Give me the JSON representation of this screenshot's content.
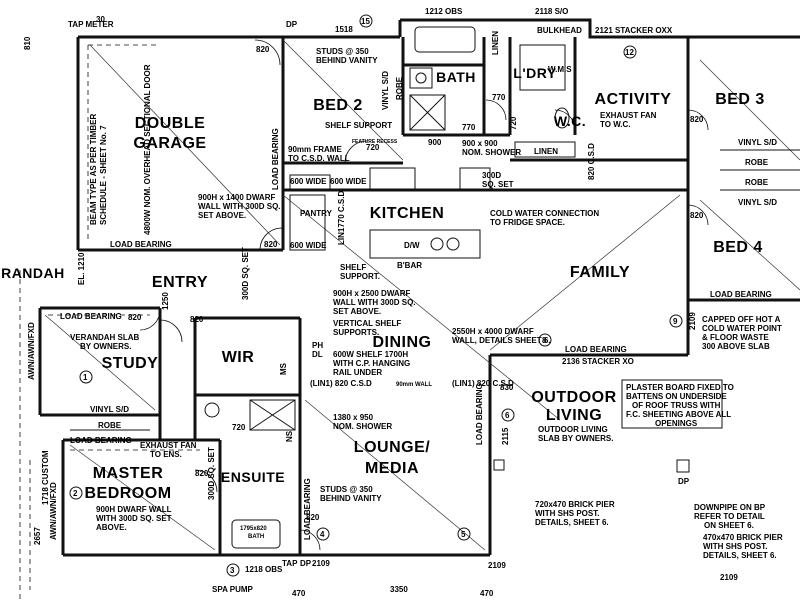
{
  "rooms": {
    "double_garage_1": "DOUBLE",
    "double_garage_2": "GARAGE",
    "bed2": "BED 2",
    "bath": "BATH",
    "ldry": "L'DRY",
    "activity": "ACTIVITY",
    "bed3": "BED 3",
    "wc": "W.C.",
    "kitchen": "KITCHEN",
    "pantry": "PANTRY",
    "bed4": "BED 4",
    "family": "FAMILY",
    "verandah": "ERANDAH",
    "entry": "ENTRY",
    "study": "STUDY",
    "wir": "WIR",
    "dining": "DINING",
    "outdoor_living_1": "OUTDOOR",
    "outdoor_living_2": "LIVING",
    "lounge_1": "LOUNGE/",
    "lounge_2": "MEDIA",
    "master_1": "MASTER",
    "master_2": "BEDROOM",
    "ensuite": "ENSUITE"
  },
  "notes": {
    "tap_meter": "TAP METER",
    "dp_top": "DP",
    "beam_type_1": "BEAM TYPE AS PER TIMBER",
    "beam_type_2": "SCHEDULE - SHEET No. 7",
    "sectional_door": "4800W NOM. OVERHEAD SECTIONAL DOOR",
    "studs_350_1": "STUDS @ 350",
    "studs_350_2": "BEHIND VANITY",
    "shelf_support": "SHELF SUPPORT",
    "frame_90_1": "90mm FRAME",
    "frame_90_2": "TO C.S.D. WALL",
    "feature_recess": "FEATURE RECESS",
    "shower_900_1": "900 x 900",
    "shower_900_2": "NOM. SHOWER",
    "bulkhead": "BULKHEAD",
    "stacker_2121": "2121 STACKER OXX",
    "exhaust_wc_1": "EXHAUST FAN",
    "exhaust_wc_2": "TO W.C.",
    "linen": "LINEN",
    "linen2": "LINEN",
    "vinyl_sd": "VINYL S/D",
    "vinyl_sd2": "VINYL S/D",
    "vinyl_sd3": "VINYL S/D",
    "vinyl_sd4": "VINYL S/D",
    "robe": "ROBE",
    "robe2": "ROBE",
    "robe3": "ROBE",
    "robe4": "ROBE",
    "dwarf_garage_1": "900H x 1400 DWARF",
    "dwarf_garage_2": "WALL WITH 300D SQ.",
    "dwarf_garage_3": "SET ABOVE.",
    "load_bearing": "LOAD BEARING",
    "load_bearing2": "LOAD BEARING",
    "load_bearing3": "LOAD BEARING",
    "load_bearing4": "LOAD BEARING",
    "load_bearing5": "LOAD BEARING",
    "load_bearing6": "LOAD BEARING",
    "load_bearing7": "LOAD BEARING",
    "load_bearing8": "LOAD BEARING",
    "w600_1": "600 WIDE",
    "w600_2": "600 WIDE",
    "w600_3": "600 WIDE",
    "sq_300d_1": "300D",
    "sq_300d_2": "SQ. SET",
    "cold_water_1": "COLD WATER CONNECTION",
    "cold_water_2": "TO FRIDGE SPACE.",
    "dw": "D/W",
    "bbar": "B'BAR",
    "shelf_support2_1": "SHELF",
    "shelf_support2_2": "SUPPORT.",
    "dwarf_2500_1": "900H x 2500 DWARF",
    "dwarf_2500_2": "WALL WITH 300D SQ.",
    "dwarf_2500_3": "SET ABOVE.",
    "vertical_shelf_1": "VERTICAL SHELF",
    "vertical_shelf_2": "SUPPORTS.",
    "shelf_600_1": "600W SHELF 1700H",
    "shelf_600_2": "WITH C.P. HANGING",
    "shelf_600_3": "RAIL UNDER",
    "lintel_1": "(LIN1) 820 C.S.D",
    "lintel_2": "(LIN1) 820 C.S.D",
    "lintel_wall": "90mm WALL",
    "nom_shower_1": "1380 x 950",
    "nom_shower_2": "NOM. SHOWER",
    "dwarf_2550_1": "2550H x 4000 DWARF",
    "dwarf_2550_2": "WALL, DETAILS SHEET 6.",
    "stacker_2136": "2136 STACKER XO",
    "capped_1": "CAPPED OFF HOT A",
    "capped_2": "COLD WATER POINT",
    "capped_3": "& FLOOR WASTE",
    "capped_4": "300 ABOVE SLAB",
    "plaster_1": "PLASTER BOARD FIXED TO",
    "plaster_2": "BATTENS ON UNDERSIDE",
    "plaster_3": "OF ROOF TRUSS WITH",
    "plaster_4": "F.C. SHEETING ABOVE ALL",
    "plaster_5": "OPENINGS",
    "outdoor_slab_1": "OUTDOOR LIVING",
    "outdoor_slab_2": "SLAB BY OWNERS.",
    "verandah_slab_1": "VERANDAH SLAB",
    "verandah_slab_2": "BY OWNERS.",
    "exhaust_ens_1": "EXHAUST FAN",
    "exhaust_ens_2": "TO ENS.",
    "dwarf_master_1": "900H DWARF WALL",
    "dwarf_master_2": "WITH 300D SQ. SET",
    "dwarf_master_3": "ABOVE.",
    "studs_ens_1": "STUDS @ 350",
    "studs_ens_2": "BEHIND VANITY",
    "bath_1795_1": "1795x820",
    "bath_1795_2": "BATH",
    "pier_720_1": "720x470 BRICK PIER",
    "pier_720_2": "WITH SHS POST.",
    "pier_720_3": "DETAILS, SHEET 6.",
    "pier_470_1": "470x470 BRICK PIER",
    "pier_470_2": "WITH SHS POST.",
    "pier_470_3": "DETAILS, SHEET 6.",
    "downpipe_1": "DOWNPIPE ON BP",
    "downpipe_2": "REFER TO DETAIL",
    "downpipe_3": "ON SHEET 6.",
    "spa_pump": "SPA PUMP",
    "tap_bottom": "TAP",
    "dp_bottom": "DP",
    "sq_set_300d": "300D SQ. SET",
    "sq_set_300d_2": "300D SQ. SET",
    "ph": "PH",
    "dl": "DL",
    "ms": "MS",
    "wms": "W.M.S",
    "lin1770": "LIN1770 C.S.D",
    "csd820": "820 C.S.D",
    "awn": "AWN/AWN/FXD",
    "awn2": "AWN/AWN/FXD",
    "dp_label": "DP",
    "ns_label": "NS"
  },
  "dims": {
    "d1518": "1518",
    "d1212": "1212 OBS",
    "d2118": "2118 S/O",
    "d820_a": "820",
    "d820_b": "820",
    "d820_c": "820",
    "d820_d": "820",
    "d820_e": "820",
    "d820_f": "820",
    "d820_g": "820",
    "d820_h": "820",
    "d770": "770",
    "d770b": "770",
    "d720": "720",
    "d720b": "720",
    "d720c": "720",
    "d900": "900",
    "d1210": "EL. 1210",
    "d1250": "1250",
    "d830": "830",
    "d2115": "2115",
    "d2109": "2109",
    "d2109b": "2109",
    "d1218": "1218 OBS",
    "d3350": "3350",
    "d470": "470",
    "d470b": "470",
    "d2109c": "2109",
    "d2109d": "2109",
    "d2657": "2657",
    "d1718": "1718 CUSTOM",
    "d30": "30",
    "d810": "810"
  },
  "markers": {
    "m1": "1",
    "m2": "2",
    "m4": "4",
    "m5": "5",
    "m6": "6",
    "m8": "8",
    "m9": "9",
    "m12": "12",
    "m15": "15",
    "m3": "3"
  }
}
